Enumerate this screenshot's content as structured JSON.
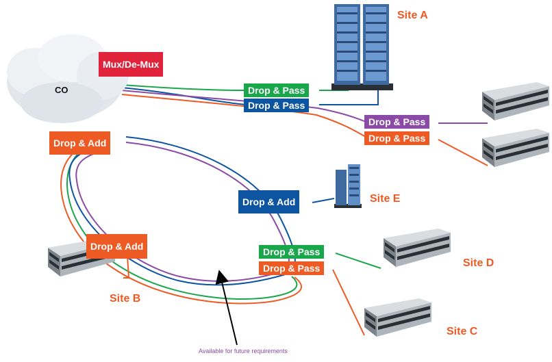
{
  "colors": {
    "green": "#1aa64a",
    "blue": "#0d55a0",
    "purple": "#8b4aa6",
    "orange": "#ee5a24",
    "red": "#e0233a",
    "site_label": "#ee5a24",
    "note": "#8b4aa6"
  },
  "hub": {
    "label": "CO",
    "mux_label": "Mux/De-Mux"
  },
  "boxes": {
    "drop_pass_a_green": "Drop & Pass",
    "drop_pass_a_blue": "Drop & Pass",
    "drop_pass_right_purple": "Drop & Pass",
    "drop_pass_right_orange": "Drop & Pass",
    "drop_add_co": "Drop & Add",
    "drop_add_e": "Drop & Add",
    "drop_add_b": "Drop & Add",
    "drop_pass_d_green": "Drop & Pass",
    "drop_pass_c_orange": "Drop & Pass"
  },
  "sites": {
    "a": "Site A",
    "b": "Site B",
    "c": "Site C",
    "d": "Site D",
    "e": "Site E"
  },
  "note": "Available for future requirements",
  "icons": [
    "cloud-icon",
    "tower-building-icon",
    "office-building-icon"
  ]
}
